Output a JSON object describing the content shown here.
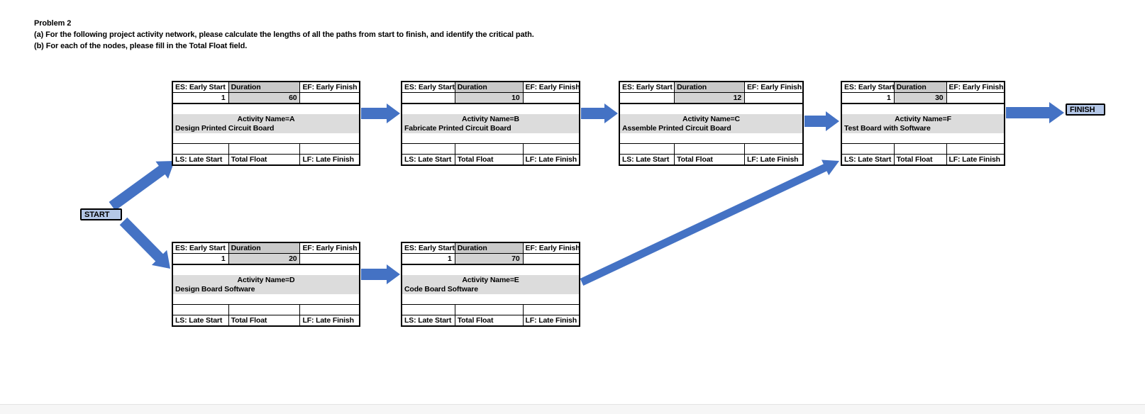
{
  "page": {
    "title": "Problem 2",
    "line_a": "(a) For the following project activity network, please calculate the lengths of all the paths from start to finish, and identify the critical path.",
    "line_b": "(b) For each of the  nodes, please fill in the Total Float field."
  },
  "labels": {
    "es": "ES: Early Start",
    "duration": "Duration",
    "ef": "EF: Early Finish",
    "ls": "LS: Late Start",
    "total_float": "Total Float",
    "lf": "LF: Late Finish"
  },
  "nodes": {
    "start": "START",
    "finish": "FINISH"
  },
  "activities": {
    "A": {
      "name": "Activity Name=A",
      "description": "Design Printed Circuit Board",
      "es": "1",
      "duration": "60",
      "ef": "",
      "ls": "",
      "total_float": "",
      "lf": ""
    },
    "B": {
      "name": "Activity Name=B",
      "description": "Fabricate Printed Circuit Board",
      "es": "",
      "duration": "10",
      "ef": "",
      "ls": "",
      "total_float": "",
      "lf": ""
    },
    "C": {
      "name": "Activity Name=C",
      "description": "Assemble Printed Circuit Board",
      "es": "",
      "duration": "12",
      "ef": "",
      "ls": "",
      "total_float": "",
      "lf": ""
    },
    "F": {
      "name": "Activity Name=F",
      "description": "Test Board with Software",
      "es": "1",
      "duration": "30",
      "ef": "",
      "ls": "",
      "total_float": "",
      "lf": ""
    },
    "D": {
      "name": "Activity Name=D",
      "description": "Design Board Software",
      "es": "1",
      "duration": "20",
      "ef": "",
      "ls": "",
      "total_float": "",
      "lf": ""
    },
    "E": {
      "name": "Activity Name=E",
      "description": "Code Board Software",
      "es": "1",
      "duration": "70",
      "ef": "",
      "ls": "",
      "total_float": "",
      "lf": ""
    }
  },
  "colors": {
    "arrow": "#4472C4",
    "terminal_fill": "#B4C7E7",
    "duration_header_fill": "#C9C9C9",
    "duration_value_fill": "#D3D3D3",
    "activity_band_fill": "#DCDCDC"
  }
}
